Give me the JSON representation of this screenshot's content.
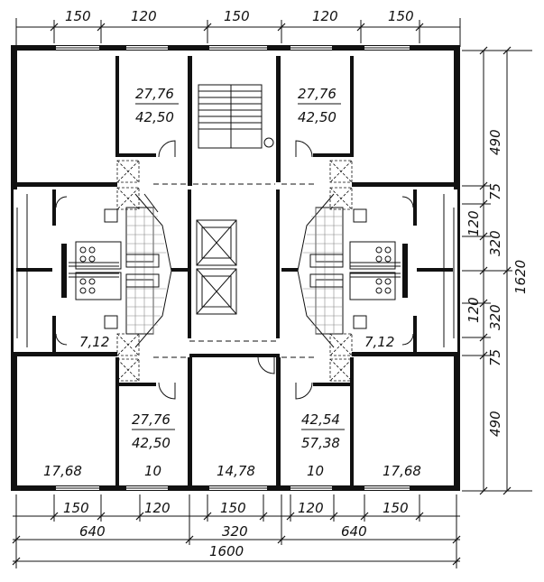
{
  "colors": {
    "ink": "#111111",
    "paper": "#ffffff"
  },
  "dimensions": {
    "top": [
      "150",
      "120",
      "150",
      "120",
      "150"
    ],
    "bottom_row1": [
      "150",
      "120",
      "150",
      "120",
      "150"
    ],
    "bottom_row2": [
      "640",
      "320",
      "640"
    ],
    "bottom_total": "1600",
    "right_col1": [
      "490",
      "75",
      "120",
      "320",
      "120",
      "320",
      "75",
      "490"
    ],
    "right_total": "1620"
  },
  "areas": {
    "top_left_apt_living": "27,76",
    "top_left_apt_total": "42,50",
    "top_right_apt_living": "27,76",
    "top_right_apt_total": "42,50",
    "left_mid": "7,12",
    "right_mid": "7,12",
    "bottom_left_apt_living": "27,76",
    "bottom_left_apt_total": "42,50",
    "bottom_right_apt_living": "42,54",
    "bottom_right_apt_total": "57,38",
    "room_bottom_left": "17,68",
    "room_bottom_2": "10",
    "room_bottom_center": "14,78",
    "room_bottom_4": "10",
    "room_bottom_right": "17,68"
  }
}
